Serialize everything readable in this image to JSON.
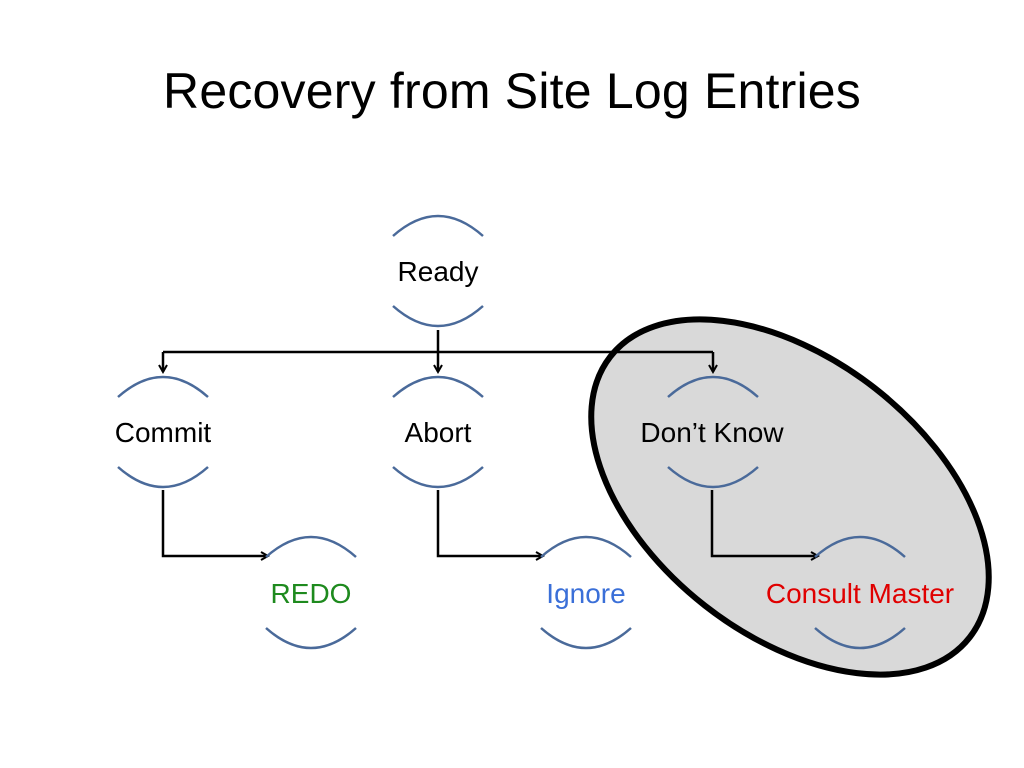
{
  "slide": {
    "title": "Recovery from Site Log Entries"
  },
  "diagram": {
    "nodes": {
      "ready": {
        "label": "Ready"
      },
      "commit": {
        "label": "Commit"
      },
      "abort": {
        "label": "Abort"
      },
      "dont_know": {
        "label": "Don’t Know"
      },
      "redo": {
        "label": "REDO"
      },
      "ignore": {
        "label": "Ignore"
      },
      "consult_master": {
        "label": "Consult Master"
      }
    },
    "edges": [
      {
        "from": "Ready",
        "to": "Commit"
      },
      {
        "from": "Ready",
        "to": "Abort"
      },
      {
        "from": "Ready",
        "to": "Don’t Know"
      },
      {
        "from": "Commit",
        "to": "REDO"
      },
      {
        "from": "Abort",
        "to": "Ignore"
      },
      {
        "from": "Don’t Know",
        "to": "Consult Master"
      }
    ],
    "highlight": {
      "fill": "#d9d9d9",
      "stroke": "#000000"
    }
  },
  "colors": {
    "arc": "#4a6a9a",
    "edge": "#000000",
    "label_default": "#000000",
    "label_redo": "#1e8a1e",
    "label_ignore": "#3a6fd8",
    "label_consult": "#e00000"
  }
}
